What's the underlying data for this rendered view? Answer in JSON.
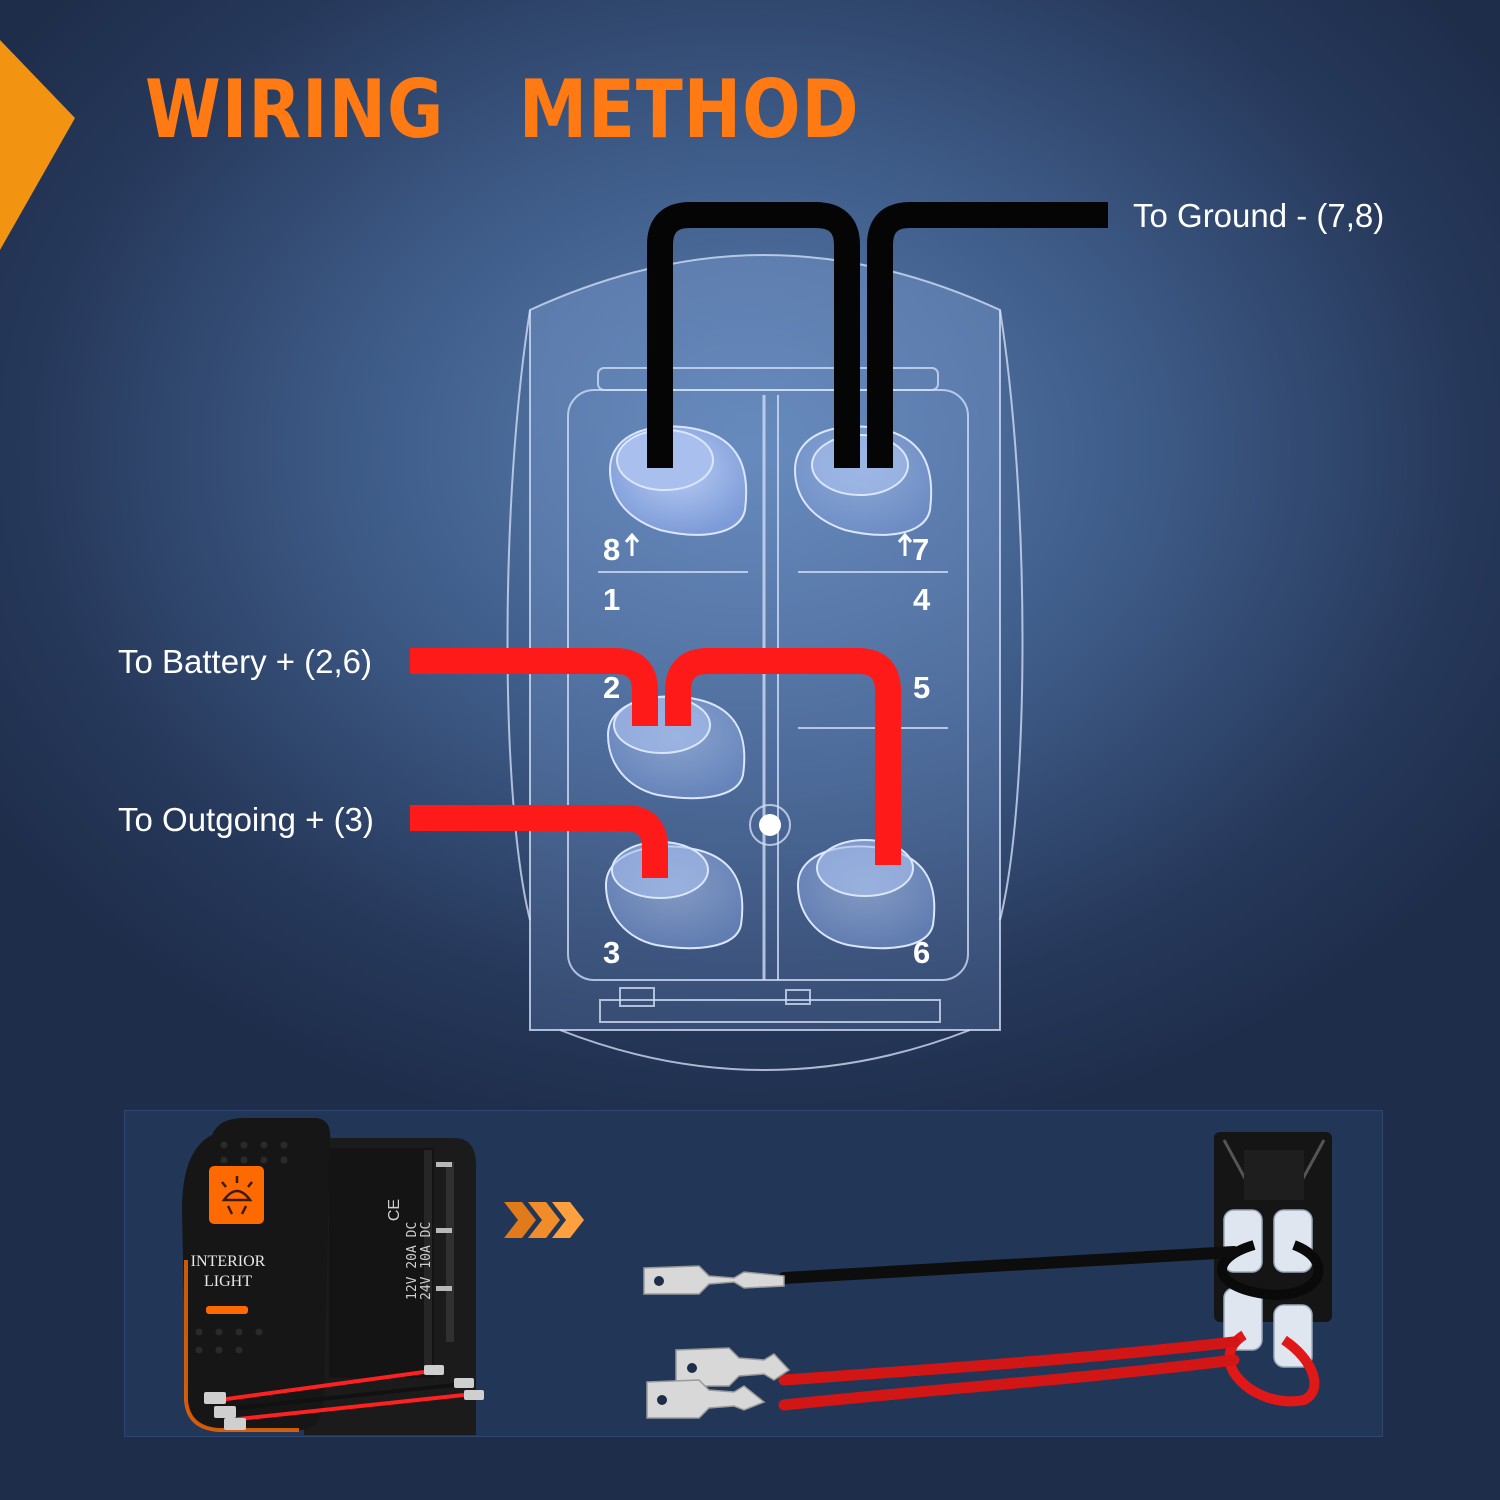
{
  "title": "WIRING   METHOD",
  "labels": {
    "ground": "To Ground - (7,8)",
    "battery": "To Battery + (2,6)",
    "outgoing": "To Outgoing + (3)"
  },
  "pins": {
    "p8": "8",
    "p7": "7",
    "p1": "1",
    "p4": "4",
    "p2": "2",
    "p5": "5",
    "p3": "3",
    "p6": "6"
  },
  "switch_photo": {
    "line1": "INTERIOR",
    "line2": "LIGHT",
    "rating1": "12V 20A DC",
    "rating2": "24V 10A DC",
    "ce": "CE"
  },
  "colors": {
    "title": "#ff7a12",
    "wire_red": "#ff1a1a",
    "wire_black": "#050505",
    "indicator": "#ff6a00"
  }
}
